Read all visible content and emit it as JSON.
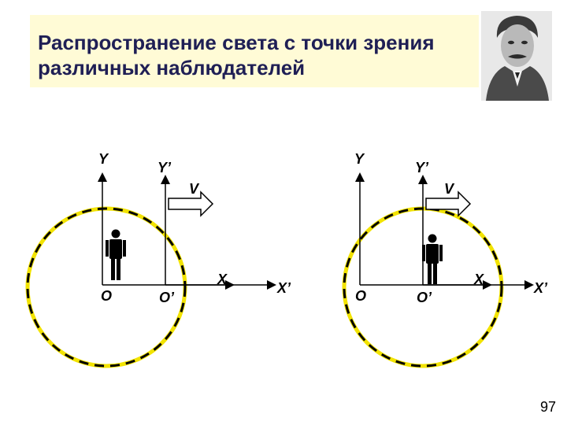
{
  "title": {
    "line1": "Распространение света с точки зрения",
    "line2": "различных наблюдателей"
  },
  "diagrams": [
    {
      "y_label": "Y",
      "y_prime_label": "Y’",
      "v_label": "V",
      "origin_label": "O",
      "origin_prime_label": "O’",
      "x_label": "X",
      "x_prime_label": "X’"
    },
    {
      "y_label": "Y",
      "y_prime_label": "Y’",
      "v_label": "V",
      "origin_label": "O",
      "origin_prime_label": "O’",
      "x_label": "X",
      "x_prime_label": "X’"
    }
  ],
  "colors": {
    "title_background": "#fffbd6",
    "title_text": "#1f1f55",
    "wavefront_yellow": "#f2e300",
    "wavefront_dash": "#000000"
  },
  "page_number": "97"
}
